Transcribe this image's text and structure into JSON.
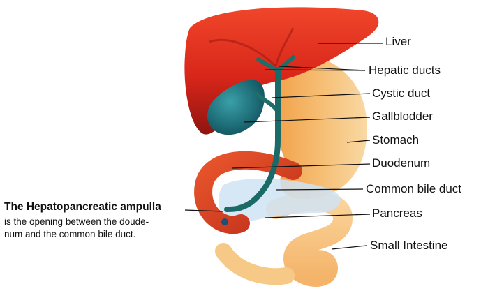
{
  "labels": {
    "liver": "Liver",
    "hepatic_ducts": "Hepatic ducts",
    "cystic_duct": "Cystic duct",
    "gallbladder": "Gallblodder",
    "stomach": "Stomach",
    "duodenum": "Duodenum",
    "common_bile_duct": "Common bile duct",
    "pancreas": "Pancreas",
    "small_intestine": "Small Intestine"
  },
  "note": {
    "title": "The Hepatopancreatic ampulla",
    "line1": "is the opening between the doude-",
    "line2": "num and the common bile duct."
  }
}
